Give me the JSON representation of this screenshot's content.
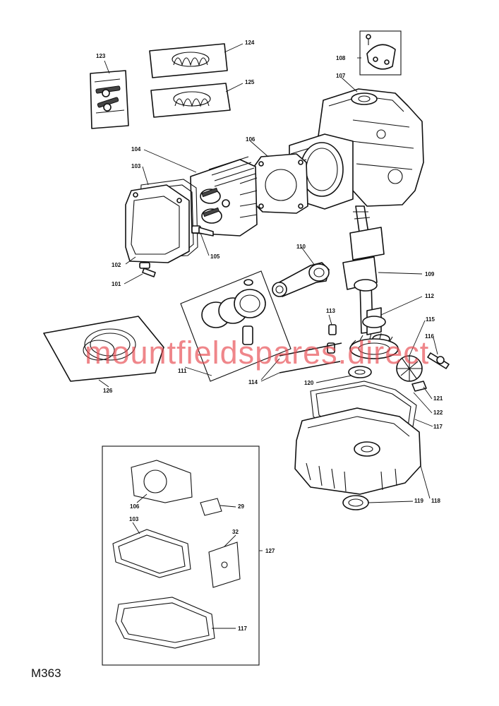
{
  "diagram_code": "M363",
  "watermark": "mountfieldspares.direct",
  "callouts": [
    {
      "id": "c123",
      "text": "123"
    },
    {
      "id": "c124",
      "text": "124"
    },
    {
      "id": "c125",
      "text": "125"
    },
    {
      "id": "c108",
      "text": "108"
    },
    {
      "id": "c107",
      "text": "107"
    },
    {
      "id": "c104",
      "text": "104"
    },
    {
      "id": "c103",
      "text": "103"
    },
    {
      "id": "c106",
      "text": "106"
    },
    {
      "id": "c102",
      "text": "102"
    },
    {
      "id": "c101",
      "text": "101"
    },
    {
      "id": "c105",
      "text": "105"
    },
    {
      "id": "c110",
      "text": "110"
    },
    {
      "id": "c109",
      "text": "109"
    },
    {
      "id": "c112",
      "text": "112"
    },
    {
      "id": "c113",
      "text": "113"
    },
    {
      "id": "c115",
      "text": "115"
    },
    {
      "id": "c116",
      "text": "116"
    },
    {
      "id": "c111",
      "text": "111"
    },
    {
      "id": "c114",
      "text": "114"
    },
    {
      "id": "c120",
      "text": "120"
    },
    {
      "id": "c121",
      "text": "121"
    },
    {
      "id": "c122",
      "text": "122"
    },
    {
      "id": "c117a",
      "text": "117"
    },
    {
      "id": "c126",
      "text": "126"
    },
    {
      "id": "c119",
      "text": "119"
    },
    {
      "id": "c118",
      "text": "118"
    },
    {
      "id": "c106k",
      "text": "106"
    },
    {
      "id": "c29",
      "text": "29"
    },
    {
      "id": "c103k",
      "text": "103"
    },
    {
      "id": "c32",
      "text": "32"
    },
    {
      "id": "c127",
      "text": "127"
    },
    {
      "id": "c117k",
      "text": "117"
    }
  ]
}
